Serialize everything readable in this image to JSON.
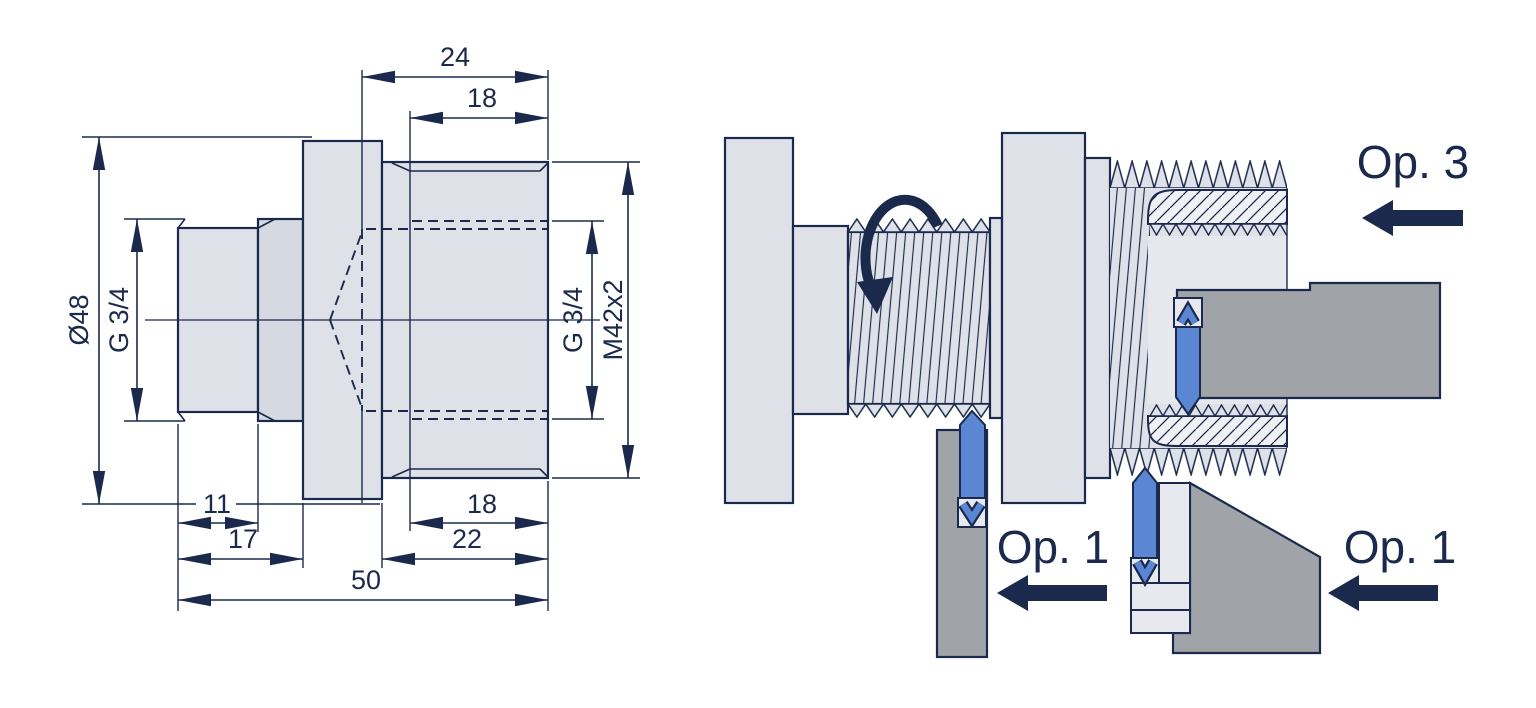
{
  "colors": {
    "navy": "#1b2a4c",
    "part_fill": "#dee1e8",
    "part_fill_dark": "#d5d9e1",
    "light_fill": "#e7e9ee",
    "hatch_fill": "#f0f1f5",
    "insert_blue": "#5b86d4",
    "holder_gray": "#a0a3a8",
    "background": "#ffffff"
  },
  "left_drawing": {
    "description": "dimensioned-section-view-of-threaded-adapter-fitting",
    "dimensions": {
      "outer_diameter": "Ø48",
      "thread_left": "G 3/4",
      "bore_depth": "24",
      "thread_length_top": "18",
      "thread_right": "G 3/4",
      "main_thread": "M42x2",
      "length_11": "11",
      "length_17": "17",
      "thread_length_bottom": "18",
      "length_22": "22",
      "total_length": "50"
    }
  },
  "right_illustration": {
    "description": "machining-operations-on-lathe-with-threading-inserts",
    "labels": {
      "op3": "Op. 3",
      "op1_left": "Op. 1",
      "op1_right": "Op. 1"
    }
  }
}
